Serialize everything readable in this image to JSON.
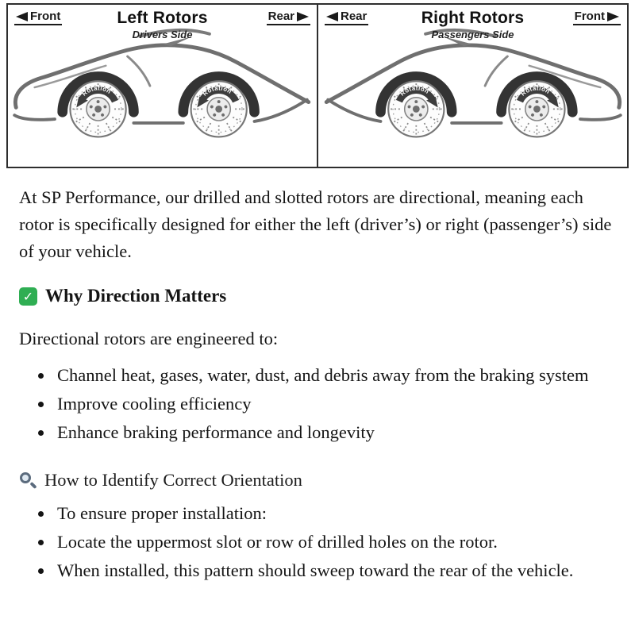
{
  "diagram": {
    "rotation_label": "Rotation",
    "panels": [
      {
        "title": "Left Rotors",
        "subtitle": "Drivers Side",
        "left_label": "Front",
        "right_label": "Rear"
      },
      {
        "title": "Right Rotors",
        "subtitle": "Passengers Side",
        "left_label": "Rear",
        "right_label": "Front"
      }
    ]
  },
  "content": {
    "intro": "At SP Performance, our drilled and slotted rotors are directional, meaning each rotor is specifically designed for either the left (driver’s) or right (passenger’s) side of your vehicle.",
    "section1": {
      "icon": "check",
      "icon_glyph": "✓",
      "heading": "Why Direction Matters",
      "lead": "Directional rotors are engineered to:",
      "bullets": [
        "Channel heat, gases, water, dust, and debris away from the braking system",
        "Improve cooling efficiency",
        "Enhance braking performance and longevity"
      ]
    },
    "section2": {
      "icon": "magnifier",
      "heading": "How to Identify Correct Orientation",
      "bullets": [
        "To ensure proper installation:",
        "Locate the uppermost slot or row of drilled holes on the rotor.",
        "When installed, this pattern should sweep toward the rear of the vehicle."
      ]
    }
  }
}
